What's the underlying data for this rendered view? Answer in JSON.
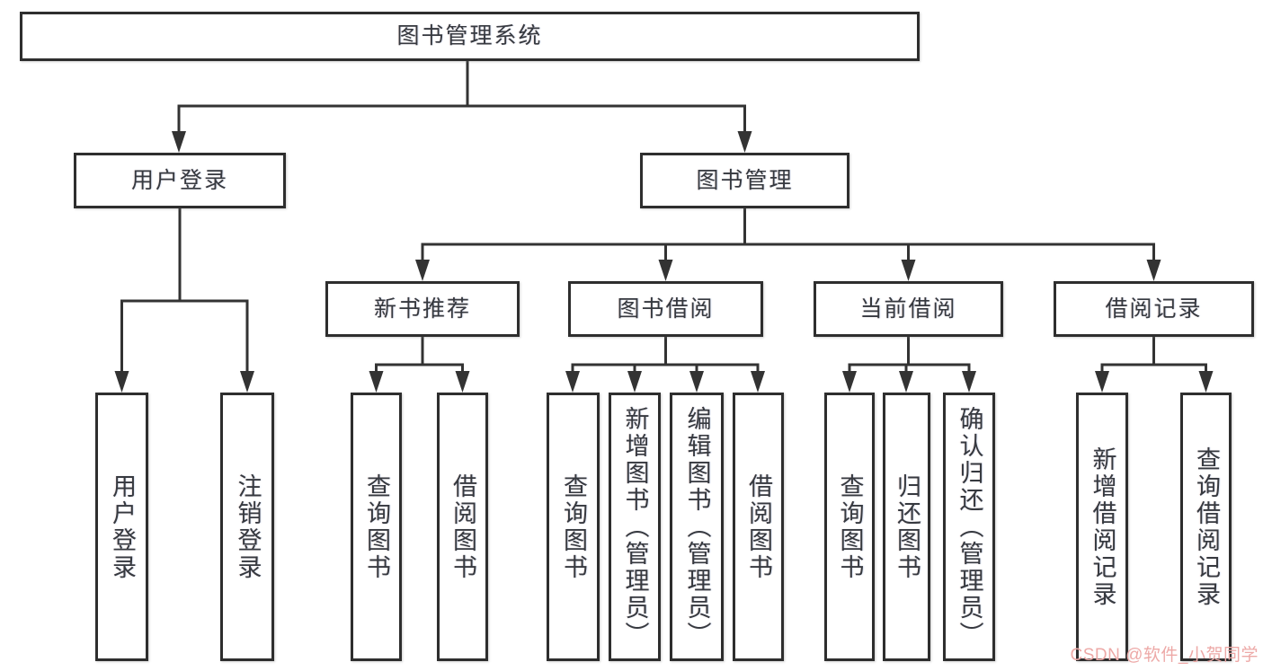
{
  "diagram": {
    "root": {
      "label": "图书管理系统"
    },
    "level2": [
      {
        "label": "用户登录"
      },
      {
        "label": "图书管理"
      }
    ],
    "level3": [
      {
        "label": "新书推荐"
      },
      {
        "label": "图书借阅"
      },
      {
        "label": "当前借阅"
      },
      {
        "label": "借阅记录"
      }
    ],
    "leaves": [
      {
        "label": "用户登录"
      },
      {
        "label": "注销登录"
      },
      {
        "label": "查询图书"
      },
      {
        "label": "借阅图书"
      },
      {
        "label": "查询图书"
      },
      {
        "label": "新增图书（管理员）"
      },
      {
        "label": "编辑图书（管理员）"
      },
      {
        "label": "借阅图书"
      },
      {
        "label": "查询图书"
      },
      {
        "label": "归还图书"
      },
      {
        "label": "确认归还（管理员）"
      },
      {
        "label": "新增借阅记录"
      },
      {
        "label": "查询借阅记录"
      }
    ],
    "colors": {
      "line": "#333333",
      "border": "#2e2e2e",
      "text": "#36393f",
      "box_fill": "#ffffff",
      "watermark": "#eda9a7"
    }
  },
  "watermark": {
    "text": "CSDN @软件_小贺同学"
  }
}
